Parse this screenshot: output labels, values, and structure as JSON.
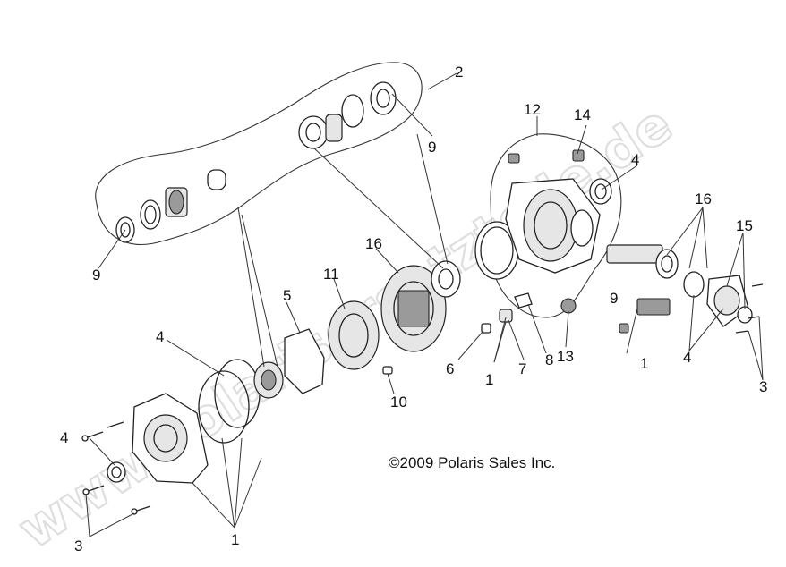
{
  "diagram": {
    "copyright": "©2009 Polaris Sales Inc.",
    "watermark": "www.polarisersatzteile.de",
    "callouts": [
      {
        "id": "c1a",
        "text": "1"
      },
      {
        "id": "c1b",
        "text": "1"
      },
      {
        "id": "c1c",
        "text": "1"
      },
      {
        "id": "c2",
        "text": "2"
      },
      {
        "id": "c3a",
        "text": "3"
      },
      {
        "id": "c3b",
        "text": "3"
      },
      {
        "id": "c4a",
        "text": "4"
      },
      {
        "id": "c4b",
        "text": "4"
      },
      {
        "id": "c4c",
        "text": "4"
      },
      {
        "id": "c4d",
        "text": "4"
      },
      {
        "id": "c5",
        "text": "5"
      },
      {
        "id": "c6",
        "text": "6"
      },
      {
        "id": "c7",
        "text": "7"
      },
      {
        "id": "c8",
        "text": "8"
      },
      {
        "id": "c9a",
        "text": "9"
      },
      {
        "id": "c9b",
        "text": "9"
      },
      {
        "id": "c9c",
        "text": "9"
      },
      {
        "id": "c10",
        "text": "10"
      },
      {
        "id": "c11",
        "text": "11"
      },
      {
        "id": "c12",
        "text": "12"
      },
      {
        "id": "c13",
        "text": "13"
      },
      {
        "id": "c14",
        "text": "14"
      },
      {
        "id": "c15",
        "text": "15"
      },
      {
        "id": "c16a",
        "text": "16"
      },
      {
        "id": "c16b",
        "text": "16"
      }
    ]
  }
}
